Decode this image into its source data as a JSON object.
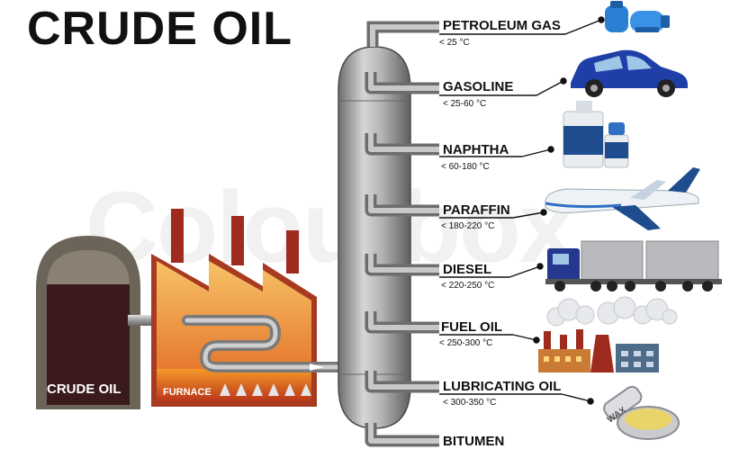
{
  "title": "CRUDE OIL",
  "watermark": "Colourbox",
  "tank": {
    "label": "CRUDE OIL"
  },
  "furnace": {
    "label": "FURNACE"
  },
  "products": [
    {
      "name": "PETROLEUM GAS",
      "temp": "< 25 °C",
      "icon": "gas-cylinder-icon"
    },
    {
      "name": "GASOLINE",
      "temp": "< 25-60 °C",
      "icon": "car-icon"
    },
    {
      "name": "NAPHTHA",
      "temp": "< 60-180 °C",
      "icon": "chemical-bottles-icon"
    },
    {
      "name": "PARAFFIN",
      "temp": "< 180-220 °C",
      "icon": "airplane-icon"
    },
    {
      "name": "DIESEL",
      "temp": "< 220-250 °C",
      "icon": "truck-icon"
    },
    {
      "name": "FUEL OIL",
      "temp": "< 250-300 °C",
      "icon": "factory-icon"
    },
    {
      "name": "LUBRICATING OIL",
      "temp": "< 300-350 °C",
      "icon": "wax-tin-icon"
    },
    {
      "name": "BITUMEN",
      "temp": "",
      "icon": ""
    }
  ],
  "wax_label": "WAX",
  "colors": {
    "column": "#9a9a9a",
    "furnace": "#f2a43c",
    "chimney": "#9e2b1e",
    "tank_outer": "#6b6458",
    "tank_inner": "#3a1a1a",
    "car": "#1f3fa8",
    "gas": "#2b7fd4"
  }
}
